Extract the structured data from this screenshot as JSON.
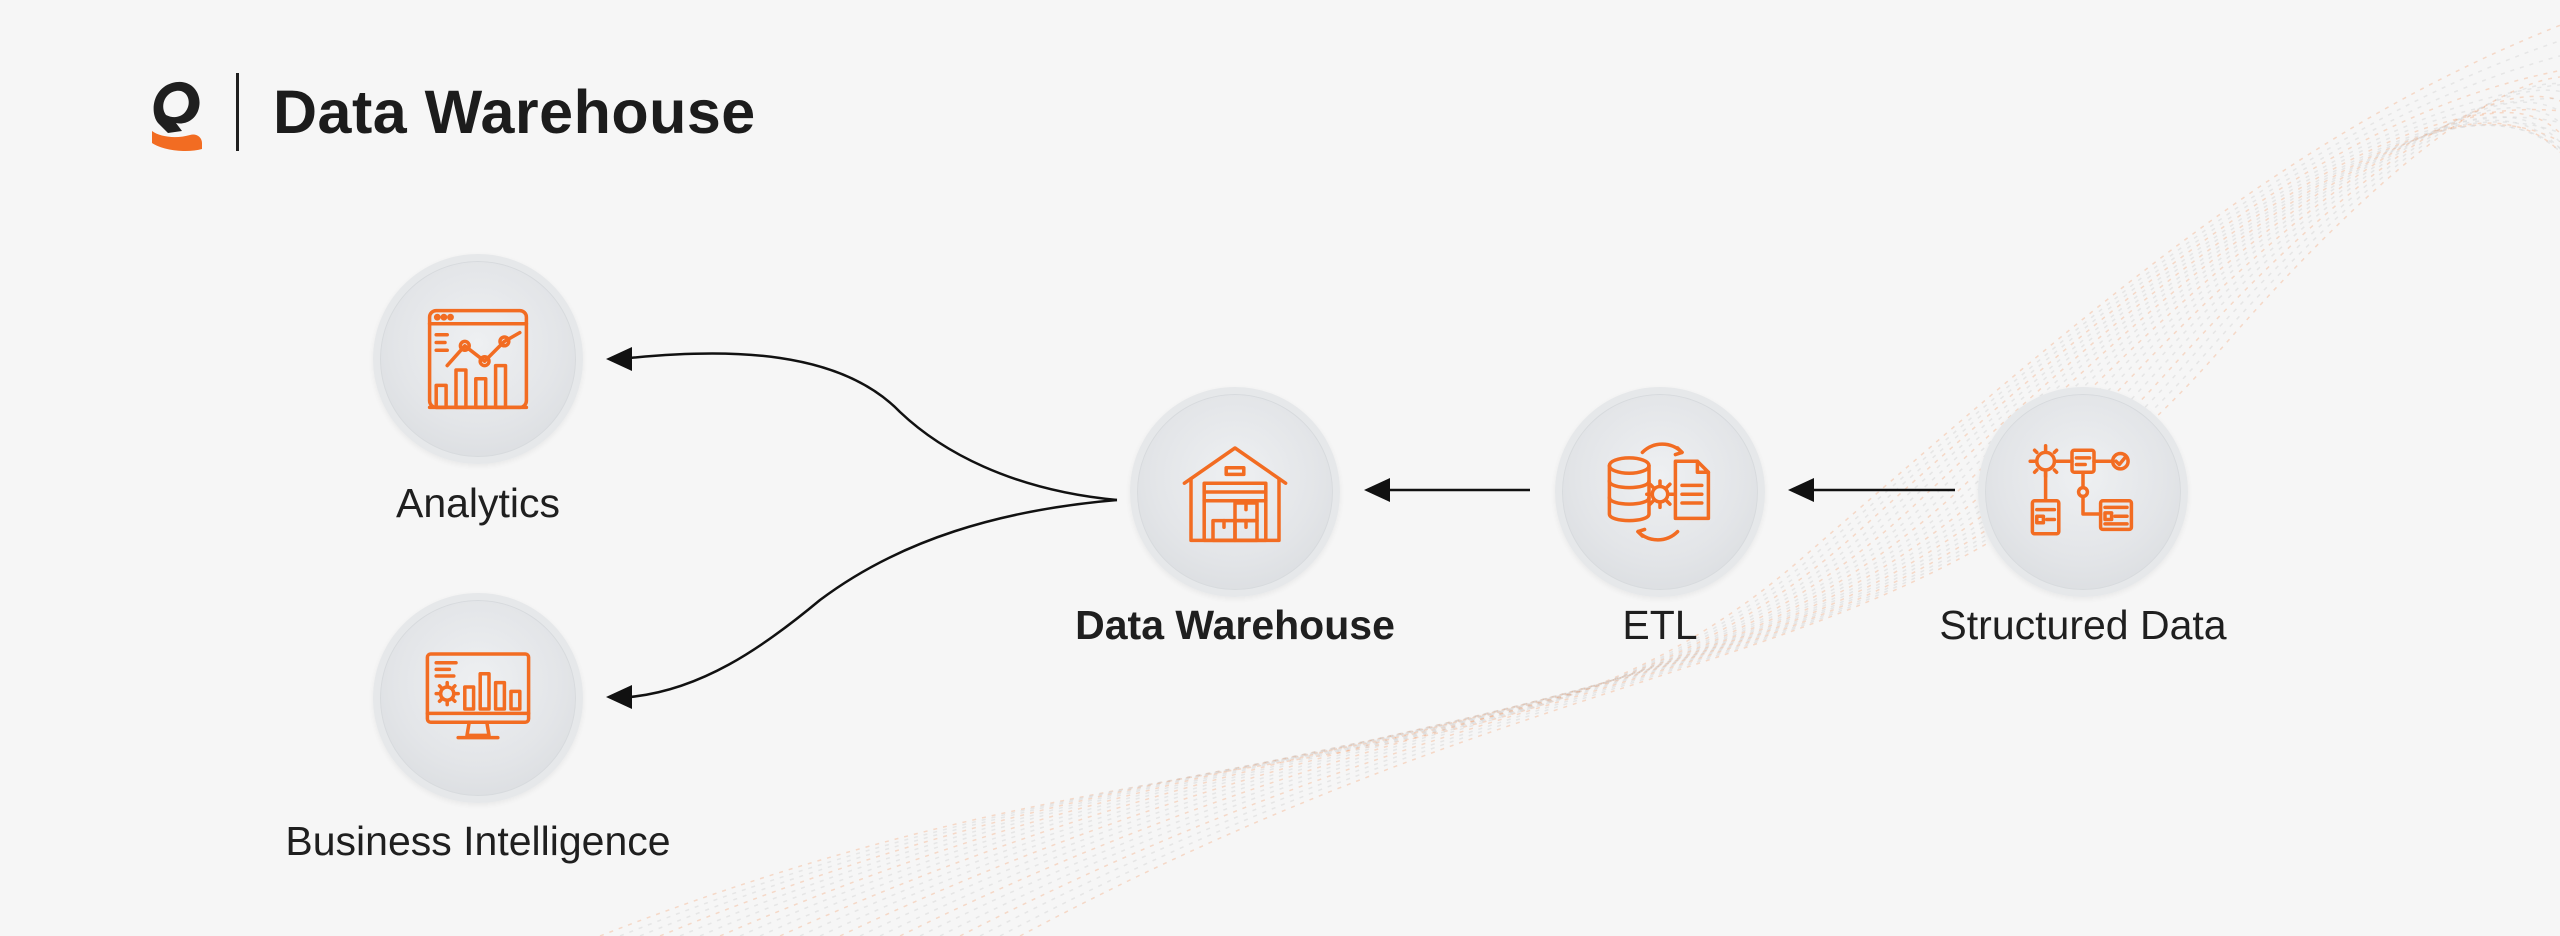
{
  "header": {
    "title": "Data Warehouse",
    "logo_icon": "brand-logo-icon"
  },
  "accent_color": "#f26c22",
  "nodes": {
    "analytics": {
      "label": "Analytics",
      "icon": "analytics-dashboard-icon"
    },
    "business_intelligence": {
      "label": "Business Intelligence",
      "icon": "bi-monitor-icon"
    },
    "data_warehouse": {
      "label": "Data Warehouse",
      "icon": "warehouse-icon"
    },
    "etl": {
      "label": "ETL",
      "icon": "etl-database-sync-icon"
    },
    "structured_data": {
      "label": "Structured Data",
      "icon": "structured-data-flow-icon"
    }
  },
  "edges": [
    {
      "from": "structured_data",
      "to": "etl"
    },
    {
      "from": "etl",
      "to": "data_warehouse"
    },
    {
      "from": "data_warehouse",
      "to": "analytics"
    },
    {
      "from": "data_warehouse",
      "to": "business_intelligence"
    }
  ]
}
